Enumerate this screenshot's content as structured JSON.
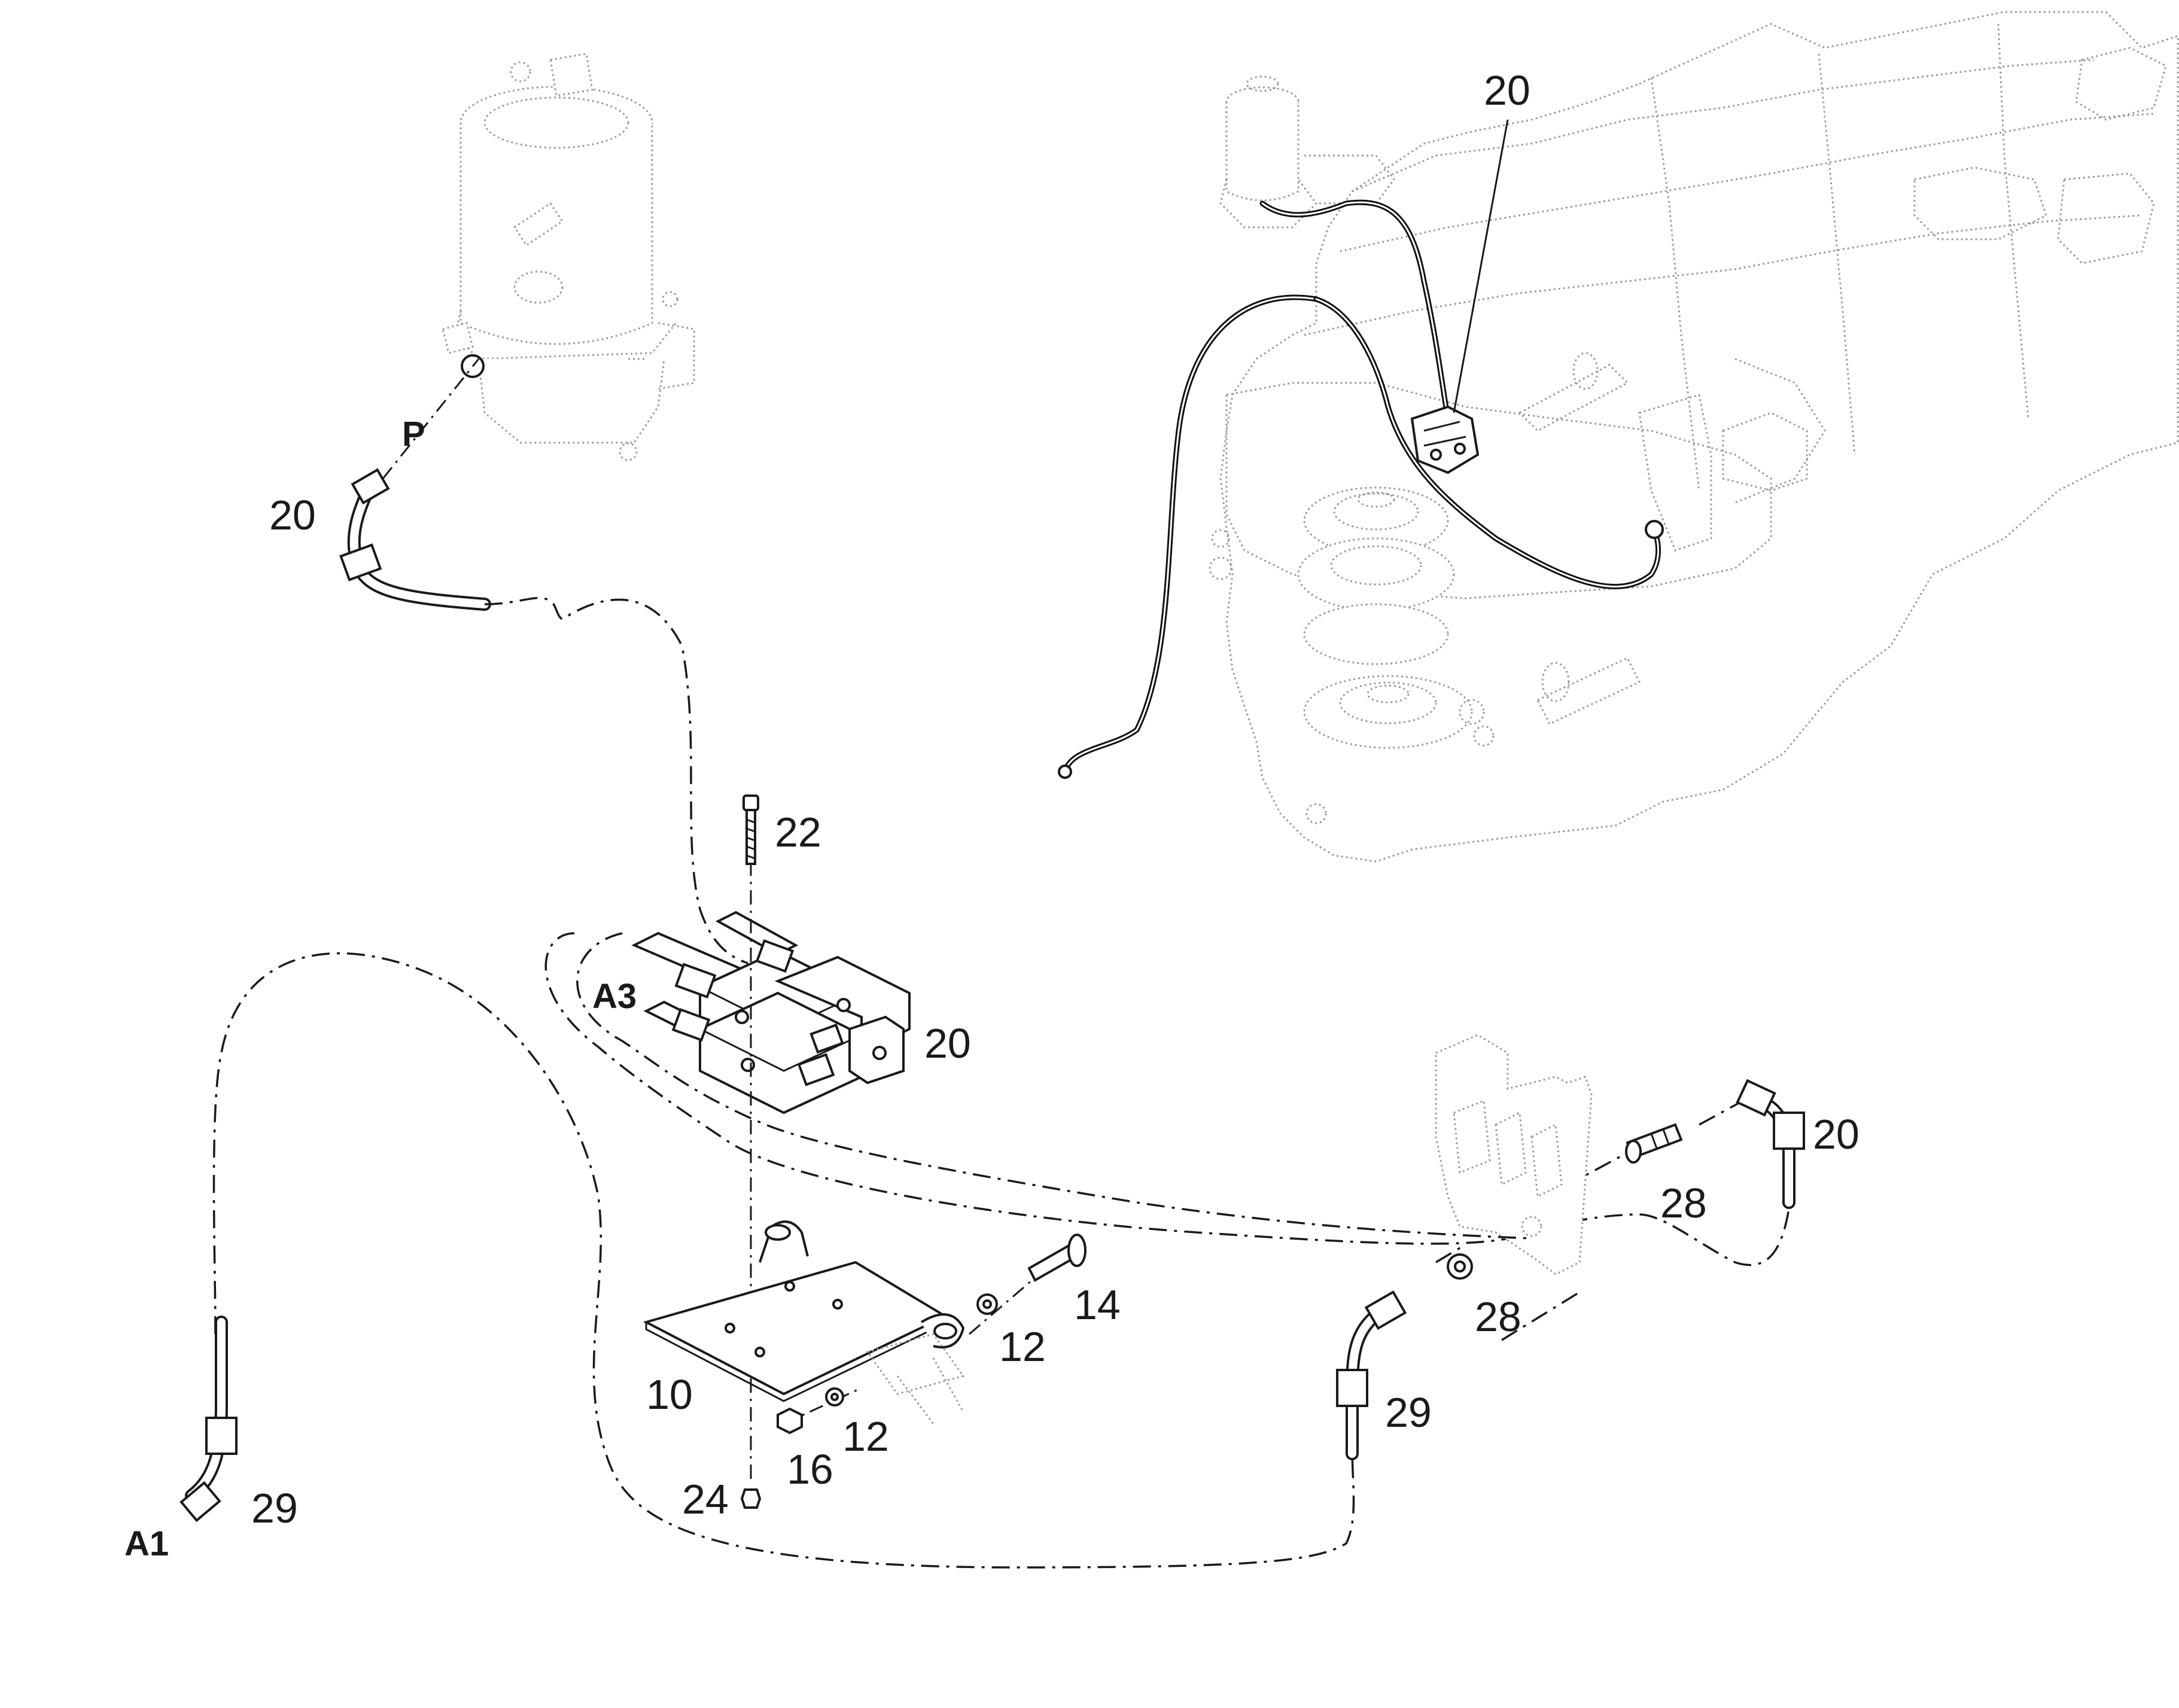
{
  "callouts": {
    "pump_hose": "20",
    "pump_port": "P",
    "machine_block": "20",
    "bolt_22": "22",
    "block_a3_port": "A3",
    "block_20": "20",
    "elbow_right": "20",
    "fitting_28_upper": "28",
    "fitting_28_lower": "28",
    "hose_29_right": "29",
    "bolt_14": "14",
    "washer_12_upper": "12",
    "plate_10": "10",
    "washer_12_lower": "12",
    "nut_16": "16",
    "nut_24": "24",
    "hose_29_left": "29",
    "port_a1": "A1"
  },
  "icons": {
    "grease_pump": "grease-pump-icon",
    "machine_chassis": "chassis-icon",
    "distributor_block": "distributor-block-icon",
    "mounting_plate": "mounting-plate-icon",
    "bracket": "bracket-icon"
  }
}
